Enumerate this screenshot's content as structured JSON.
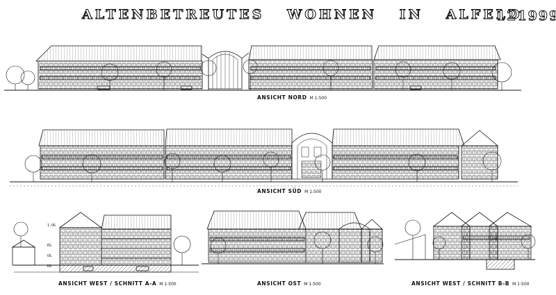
{
  "sheet": {
    "title_words": [
      "ALTENBETREUTES",
      "WOHNEN",
      "IN",
      "ALFELD"
    ],
    "project_number": "121999"
  },
  "views": {
    "north": {
      "caption": "ANSICHT NORD",
      "scale": "M 1:500"
    },
    "south": {
      "caption": "ANSICHT SÜD",
      "scale": "M 1:500"
    },
    "west_section_a": {
      "caption": "ANSICHT WEST / SCHNITT A-A",
      "scale": "M 1:500"
    },
    "east": {
      "caption": "ANSICHT OST",
      "scale": "M 1:500"
    },
    "west_section_b": {
      "caption": "ANSICHT WEST / SCHNITT B-B",
      "scale": "M 1:500"
    }
  },
  "level_labels": [
    "1.OG",
    "EG",
    "UG",
    "KG"
  ],
  "colors": {
    "ink": "#111111",
    "paper": "#ffffff"
  }
}
